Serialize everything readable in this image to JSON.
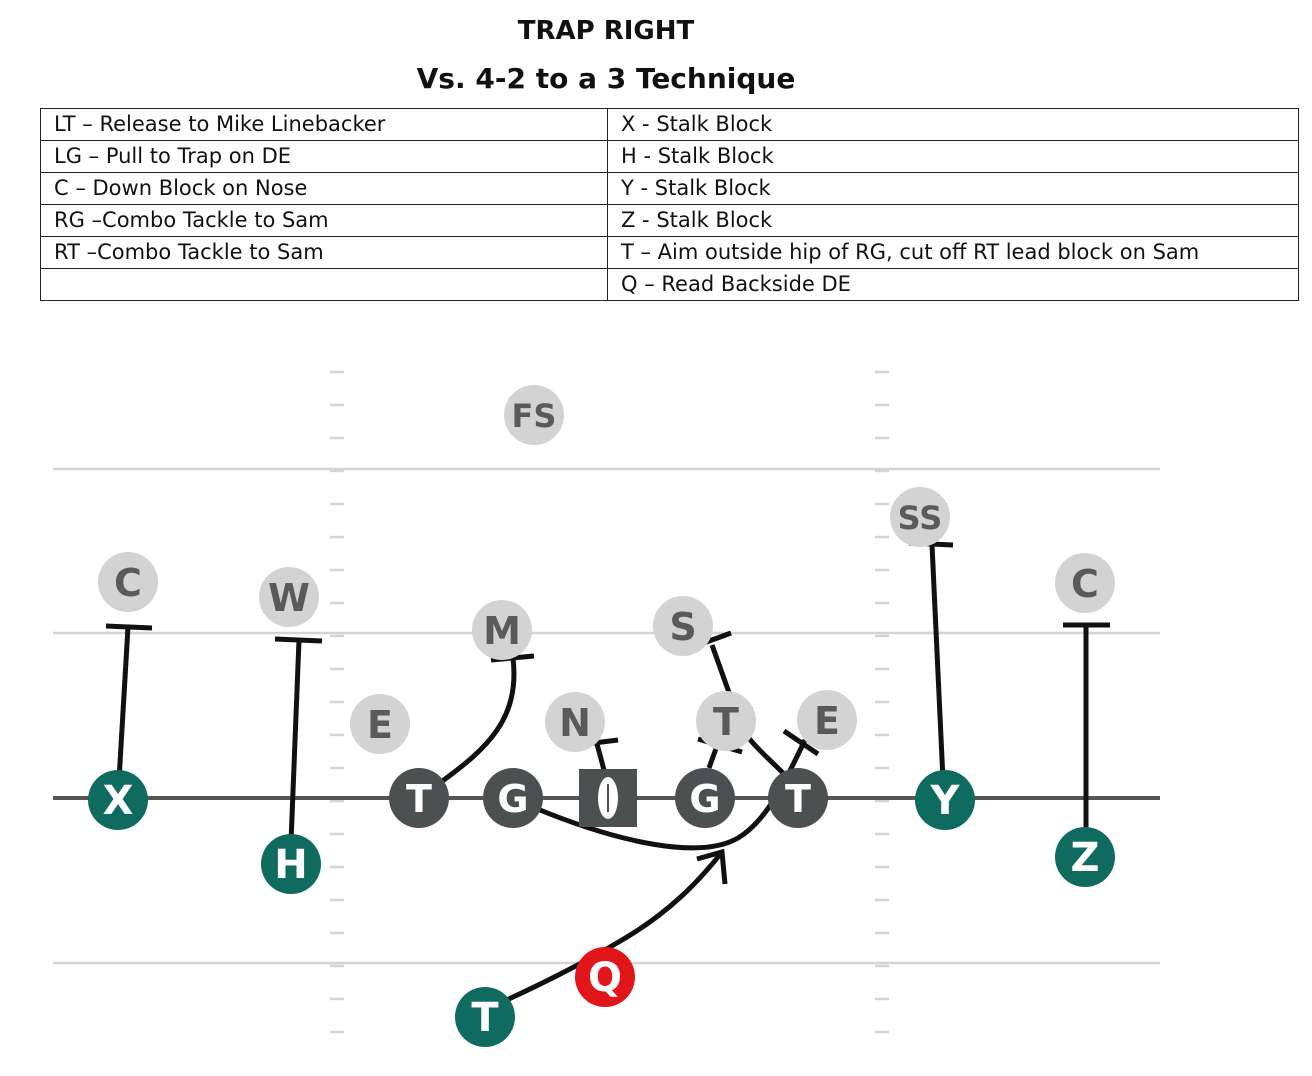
{
  "title": "TRAP RIGHT",
  "subtitle": "Vs. 4-2 to a 3 Technique",
  "assignments": [
    {
      "left": "LT – Release to Mike Linebacker",
      "right": "X - Stalk Block"
    },
    {
      "left": "LG – Pull to Trap on DE",
      "right": "H - Stalk Block"
    },
    {
      "left": "C – Down Block on Nose",
      "right": "Y - Stalk Block"
    },
    {
      "left": "RG –Combo Tackle to Sam",
      "right": "Z - Stalk Block"
    },
    {
      "left": "RT –Combo Tackle to Sam",
      "right": "T – Aim outside hip of RG, cut off RT lead block on Sam"
    },
    {
      "left": "",
      "right": "Q – Read Backside DE"
    }
  ],
  "players": {
    "defense": [
      "FS",
      "SS",
      "C",
      "W",
      "M",
      "S",
      "C",
      "E",
      "N",
      "T",
      "E"
    ],
    "offense_skill": [
      "X",
      "H",
      "Y",
      "Z",
      "T"
    ],
    "offense_line": [
      "T",
      "G",
      "G",
      "T"
    ],
    "quarterback": "Q"
  },
  "colors": {
    "offense_skill": "#0f6b60",
    "offense_line": "#4a5150",
    "defense": "#d3d3d3",
    "defense_text": "#5a5a5a",
    "quarterback": "#e0161b",
    "route": "#111111",
    "field_line": "#d4d4d4",
    "scrimmage_line": "#555555"
  }
}
